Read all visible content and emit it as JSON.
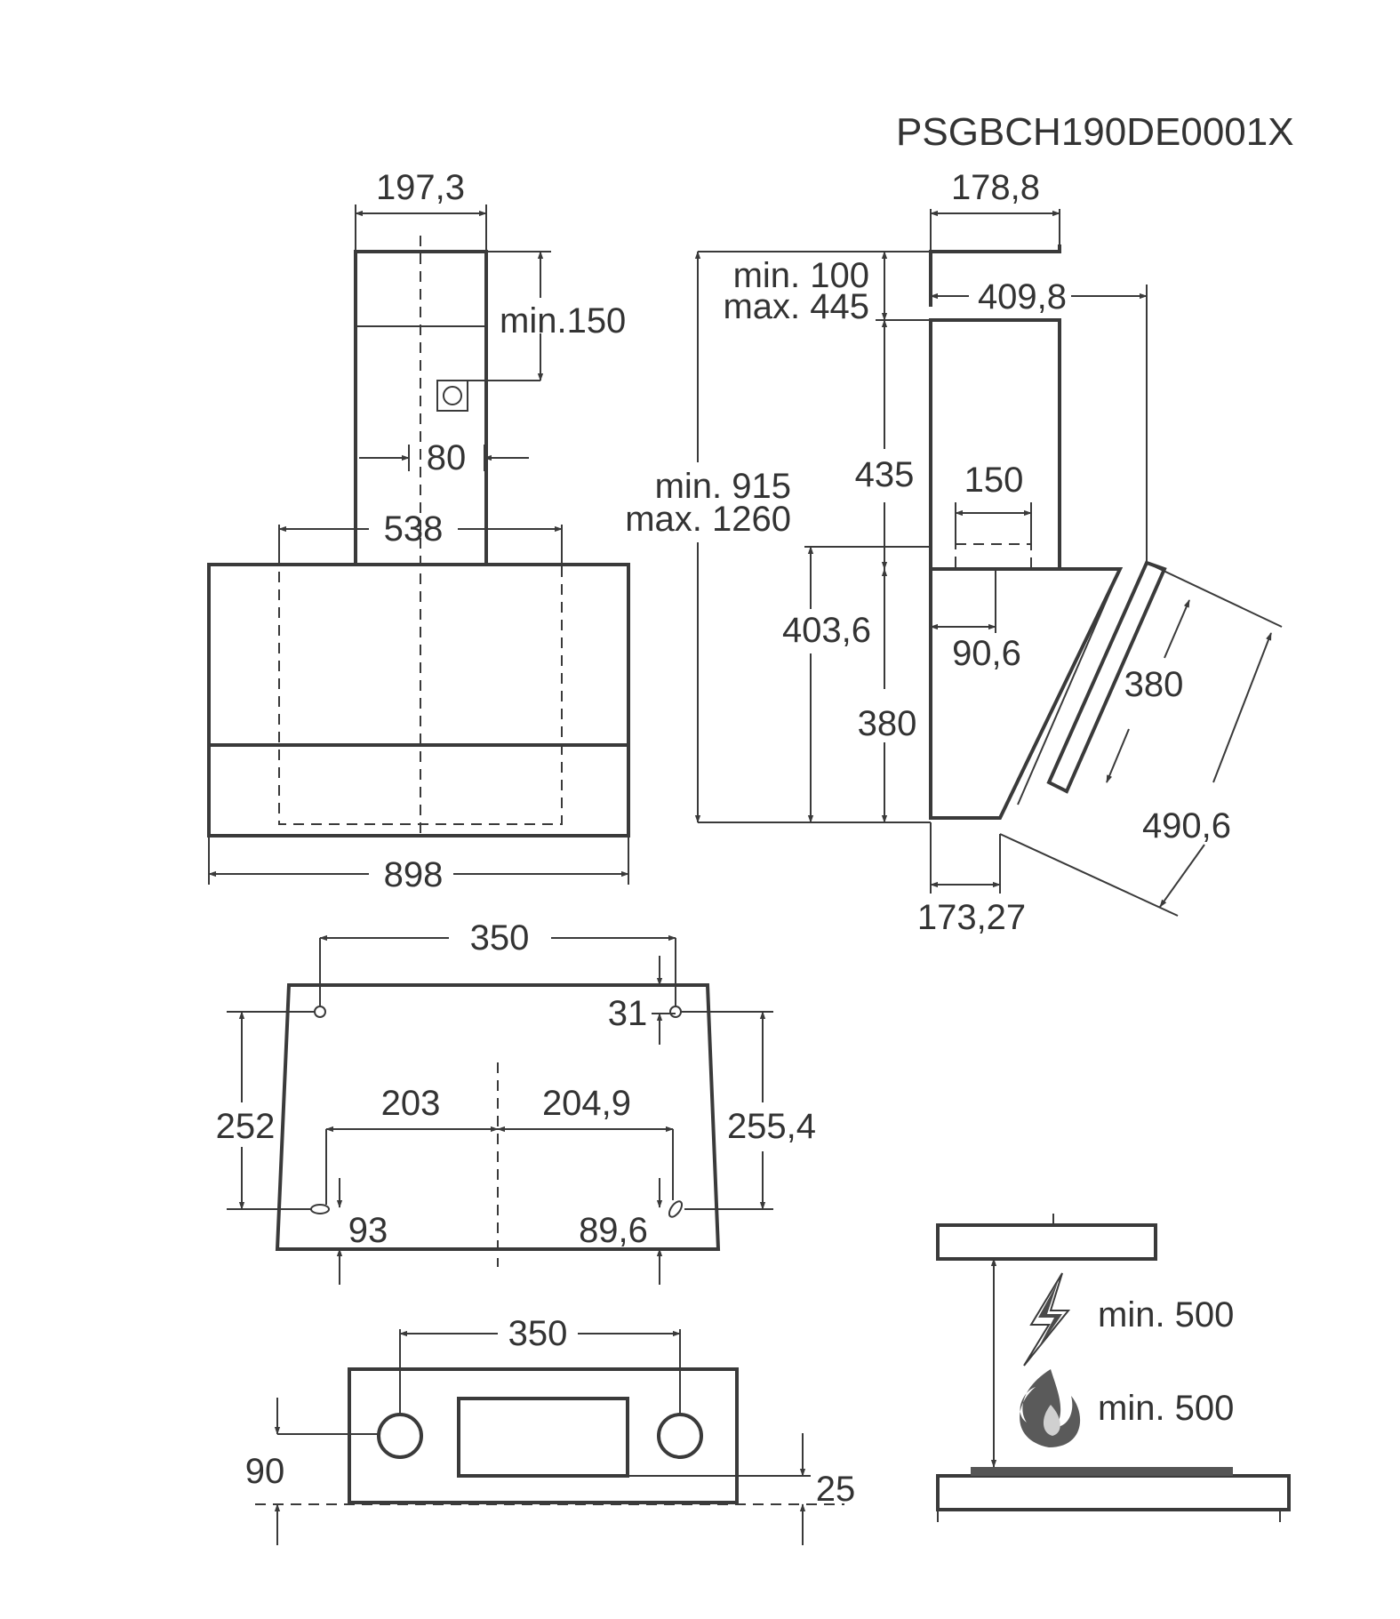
{
  "code": "PSGBCH190DE0001X",
  "front": {
    "chimney_width": "197,3",
    "min_150": "min.150",
    "dim_80": "80",
    "dim_538": "538",
    "width_898": "898"
  },
  "side": {
    "chimney_depth": "178,8",
    "min_100": "min. 100",
    "max_445": "max. 445",
    "depth_409": "409,8",
    "h_435": "435",
    "w_150": "150",
    "min_915": "min. 915",
    "max_1260": "max. 1260",
    "h_403": "403,6",
    "d_90": "90,6",
    "h_380": "380",
    "glass_380": "380",
    "glass_490": "490,6",
    "bottom_173": "173,27"
  },
  "bracket": {
    "w_350": "350",
    "d_31": "31",
    "h_252": "252",
    "h_255": "255,4",
    "w_203": "203",
    "w_204": "204,9",
    "d_93": "93",
    "d_89": "89,6"
  },
  "bottom": {
    "w_350": "350",
    "h_90": "90",
    "h_25": "25"
  },
  "clearance": {
    "electric": "min. 500",
    "gas": "min. 500"
  },
  "icons": [
    "lightning-icon",
    "flame-icon",
    "power-socket-icon"
  ]
}
